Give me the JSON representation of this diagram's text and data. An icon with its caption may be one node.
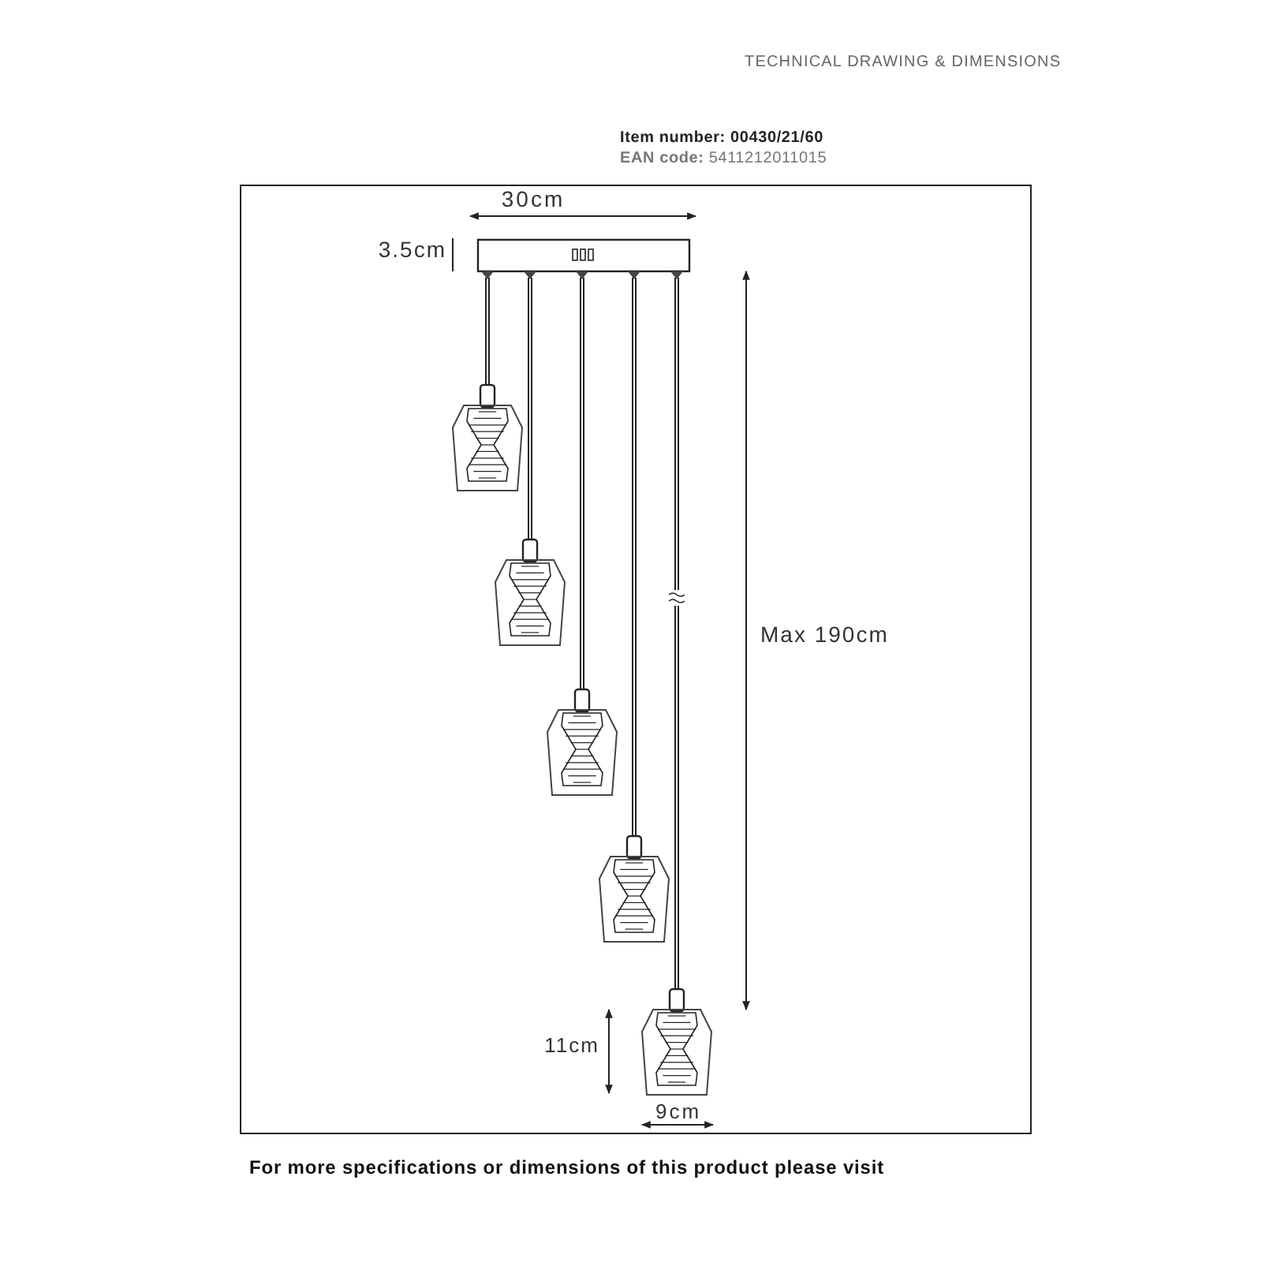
{
  "diagram": {
    "labels": [
      "TECHNICAL DRAWING & DIMENSIONS",
      "**Item number: 00430/21/60**",
      "**EAN code:** 5411212011015",
      "30cm",
      "3.5cm",
      "Max 190cm",
      "11cm",
      "9cm",
      "For more specifications or dimensions of this product please visit"
    ]
  }
}
